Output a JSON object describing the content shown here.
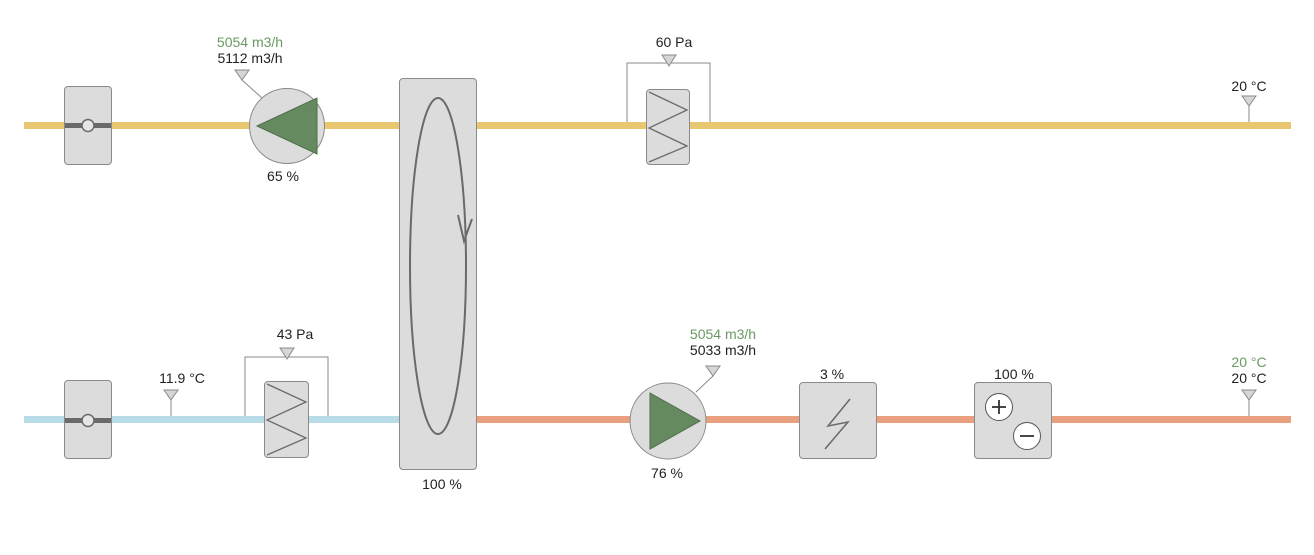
{
  "colors": {
    "exhaust": "#e8c770",
    "outdoor": "#b8dde9",
    "supply": "#e8a07e",
    "component_fill": "#dcdcdc",
    "component_stroke": "#8a8a8a",
    "fan_triangle": "#658a5f",
    "setpoint_text": "#6a9a62",
    "text": "#222222"
  },
  "exhaust_line": {
    "fan_flow_setpoint": "5054 m3/h",
    "fan_flow_actual": "5112 m3/h",
    "fan_speed": "65 %",
    "filter_pressure": "60 Pa",
    "temperature": "20 °C"
  },
  "heat_exchanger": {
    "efficiency": "100 %"
  },
  "supply_line": {
    "outdoor_temperature": "11.9 °C",
    "filter_pressure": "43 Pa",
    "fan_flow_setpoint": "5054 m3/h",
    "fan_flow_actual": "5033 m3/h",
    "fan_speed": "76 %",
    "electric_heater": "3 %",
    "heat_pump": "100 %",
    "temperature_setpoint": "20 °C",
    "temperature_actual": "20 °C"
  },
  "icons": [
    "damper-icon",
    "fan-icon",
    "rotary-heat-exchanger-icon",
    "filter-icon",
    "temperature-sensor-icon",
    "electric-heater-icon",
    "heat-pump-icon"
  ]
}
